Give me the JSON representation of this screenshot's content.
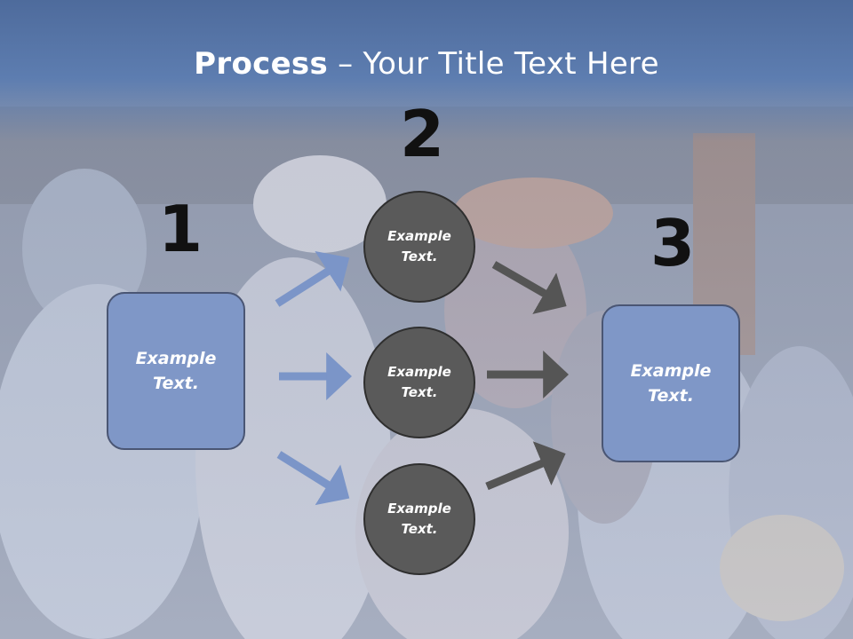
{
  "title": {
    "bold": "Process",
    "rest": " – Your Title Text Here"
  },
  "steps": {
    "one": "1",
    "two": "2",
    "three": "3"
  },
  "left_box": {
    "line1": "Example",
    "line2": "Text."
  },
  "right_box": {
    "line1": "Example",
    "line2": "Text."
  },
  "circles": [
    {
      "line1": "Example",
      "line2": "Text."
    },
    {
      "line1": "Example",
      "line2": "Text."
    },
    {
      "line1": "Example",
      "line2": "Text."
    }
  ],
  "colors": {
    "title_band": "#5d7db0",
    "box_fill": "#7f97c7",
    "box_border": "#4a5674",
    "circle_fill": "#5a5a5a",
    "arrow_blue": "#7b95c8",
    "arrow_gray": "#555555"
  }
}
